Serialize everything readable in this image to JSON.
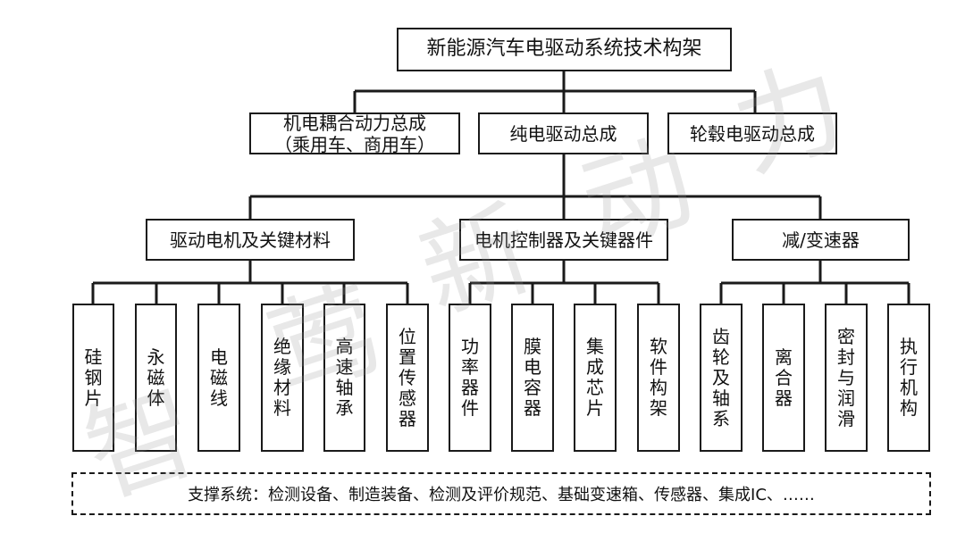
{
  "diagram": {
    "root": "新能源汽车电驱动系统技术构架",
    "assemblies": [
      {
        "line1": "机电耦合动力总成",
        "line2": "（乘用车、商用车）"
      },
      {
        "line1": "纯电驱动总成"
      },
      {
        "line1": "轮毂电驱动总成"
      }
    ],
    "categories": [
      {
        "label": "驱动电机及关键材料",
        "items": [
          "硅钢片",
          "永磁体",
          "电磁线",
          "绝缘材料",
          "高速轴承",
          "位置传感器"
        ]
      },
      {
        "label": "电机控制器及关键器件",
        "items": [
          "功率器件",
          "膜电容器",
          "集成芯片",
          "软件构架"
        ]
      },
      {
        "label": "减/变速器",
        "items": [
          "齿轮及轴系",
          "离合器",
          "密封与润滑",
          "执行机构"
        ]
      }
    ],
    "support": "支撑系统：检测设备、制造装备、检测及评价规范、基础变速箱、传感器、集成IC、……",
    "line_color": "#1a1a1a"
  },
  "watermark": {
    "chars": [
      "智",
      "莺",
      "新",
      "动",
      "力"
    ]
  }
}
